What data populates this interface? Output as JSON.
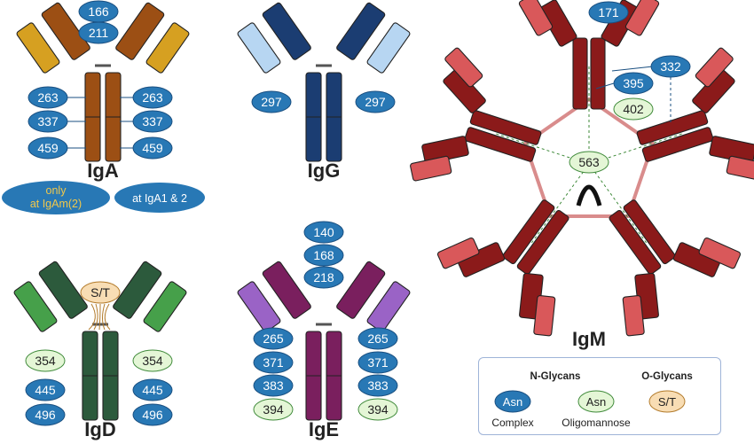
{
  "antibodies": {
    "iga": {
      "name": "IgA",
      "hinge_sites": [
        "166",
        "211"
      ],
      "sites_left": [
        "263",
        "337",
        "459"
      ],
      "sites_right": [
        "263",
        "337",
        "459"
      ],
      "note_iga2": "only at IgAm(2)",
      "note_iga12": "at IgA1 & 2"
    },
    "igg": {
      "name": "IgG",
      "sites_left": [
        "297"
      ],
      "sites_right": [
        "297"
      ]
    },
    "igm": {
      "name": "IgM",
      "sites": [
        "171",
        "332",
        "395",
        "402",
        "563"
      ]
    },
    "igd": {
      "name": "IgD",
      "o_site": "S/T",
      "sites_left": [
        "354",
        "445",
        "496"
      ],
      "sites_right": [
        "354",
        "445",
        "496"
      ]
    },
    "ige": {
      "name": "IgE",
      "hinge_sites": [
        "140",
        "168",
        "218"
      ],
      "sites_left": [
        "265",
        "371",
        "383",
        "394"
      ],
      "sites_right": [
        "265",
        "371",
        "383",
        "394"
      ]
    }
  },
  "legend": {
    "n_glycans": "N-Glycans",
    "o_glycans": "O-Glycans",
    "asn": "Asn",
    "complex": "Complex",
    "oligomannose": "Oligomannose",
    "st": "S/T"
  },
  "colors": {
    "complex_fill": "#2878b5",
    "oligomannose_fill": "#e4f6d6",
    "o_glycan_fill": "#f8ddb4",
    "iga_heavy": "#9c4f14",
    "iga_light": "#d6a021",
    "igg_heavy": "#1b3d72",
    "igg_light": "#b7d6f2",
    "igm_heavy": "#8b1a1a",
    "igm_light": "#d9585a",
    "igd_heavy": "#2c5a3c",
    "igd_light": "#46a04a",
    "ige_heavy": "#7a1f5e",
    "ige_light": "#9a63c6"
  }
}
